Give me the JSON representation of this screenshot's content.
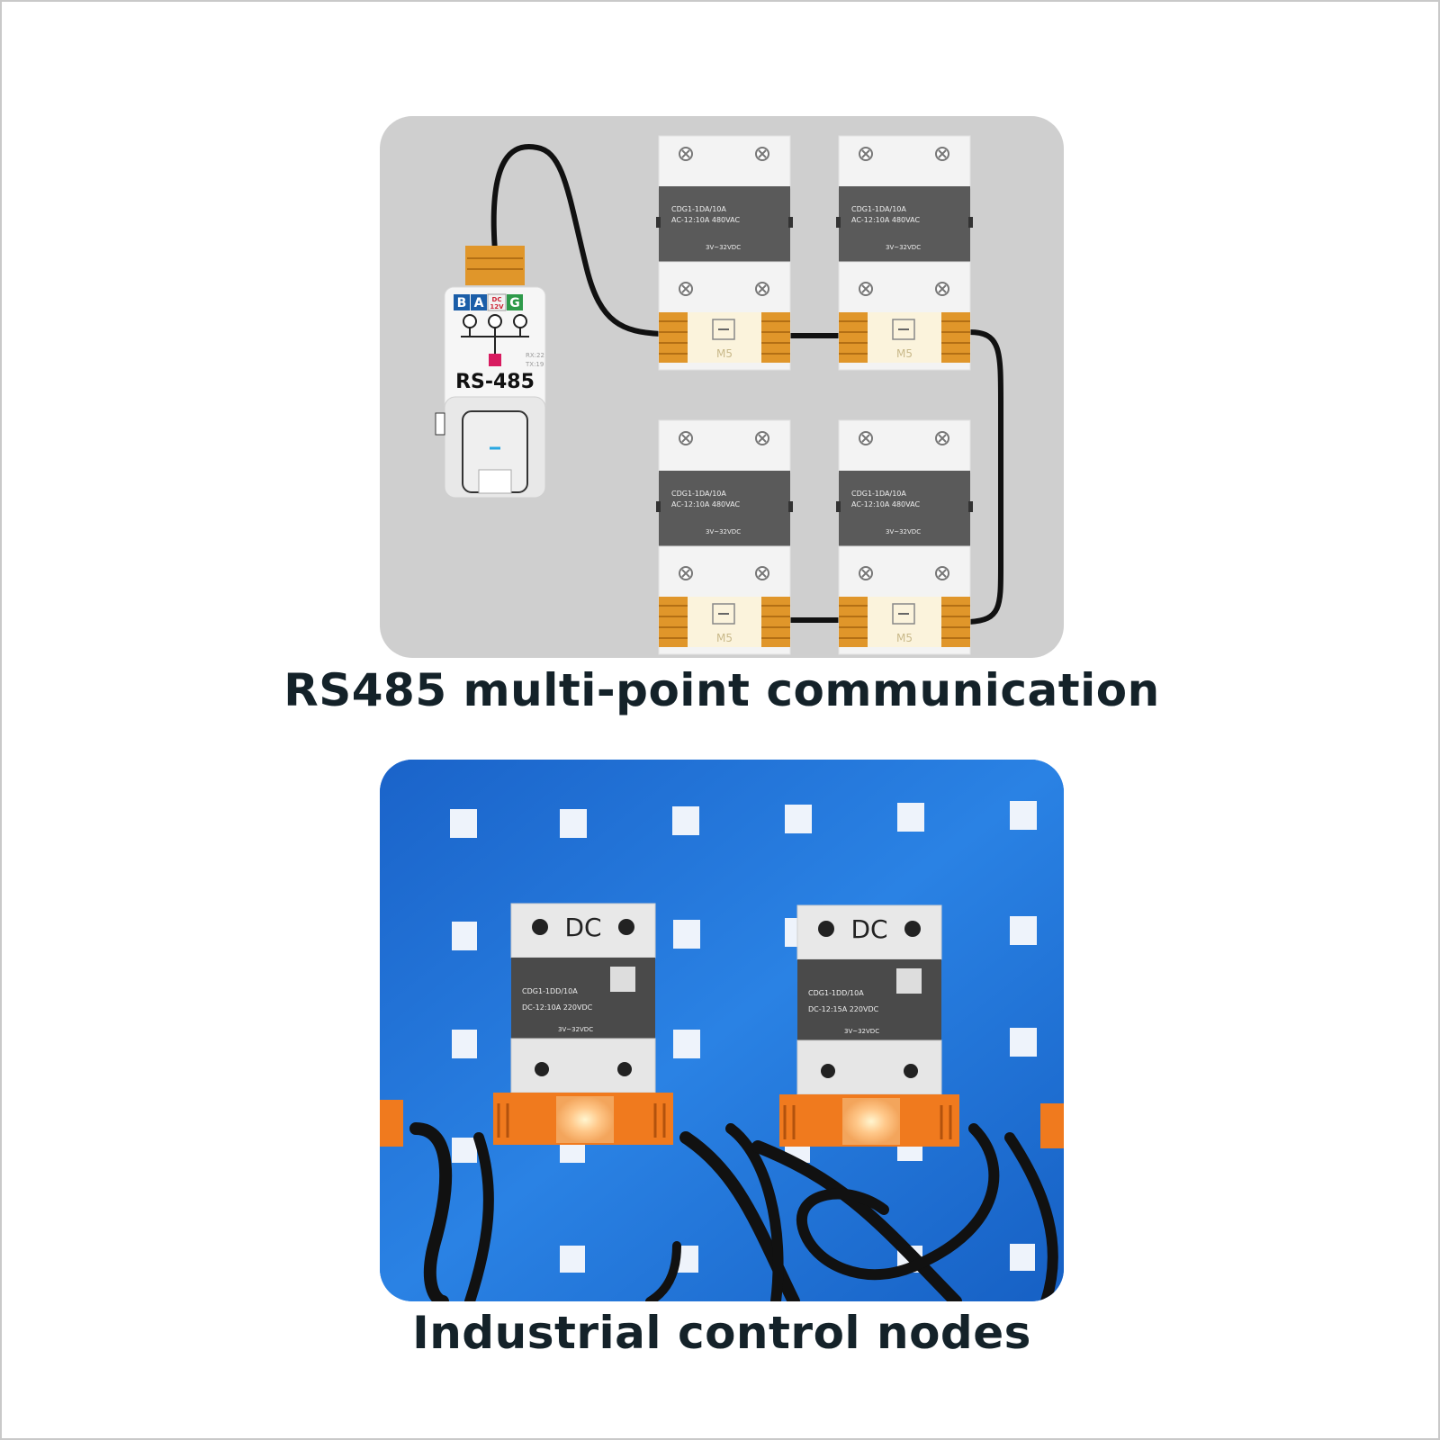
{
  "captions": {
    "top": "RS485 multi-point communication",
    "bottom": "Industrial control nodes"
  },
  "converter": {
    "label": "RS-485",
    "pins": [
      "B",
      "A",
      "DC 12V",
      "G"
    ],
    "small_text": [
      "RX:22",
      "TX:19"
    ]
  },
  "relay_module": {
    "model_line": "CDG1-1DA/10A",
    "rating_line": "AC-12:10A 480VAC",
    "input_line": "3V~32VDC",
    "brand": "M5"
  },
  "photo_relay": {
    "badge": "DC",
    "model_line": "CDG1-1DD/10A",
    "rating_line_left": "DC-12:10A 220VDC",
    "rating_line_right": "DC-12:15A 220VDC",
    "input_line": "3V~32VDC"
  },
  "colors": {
    "diagram_bg": "#cfcfcf",
    "photo_bg": "#1e6fd8",
    "terminal_orange": "#e0962a",
    "relay_dark": "#555555",
    "caption": "#142229"
  }
}
